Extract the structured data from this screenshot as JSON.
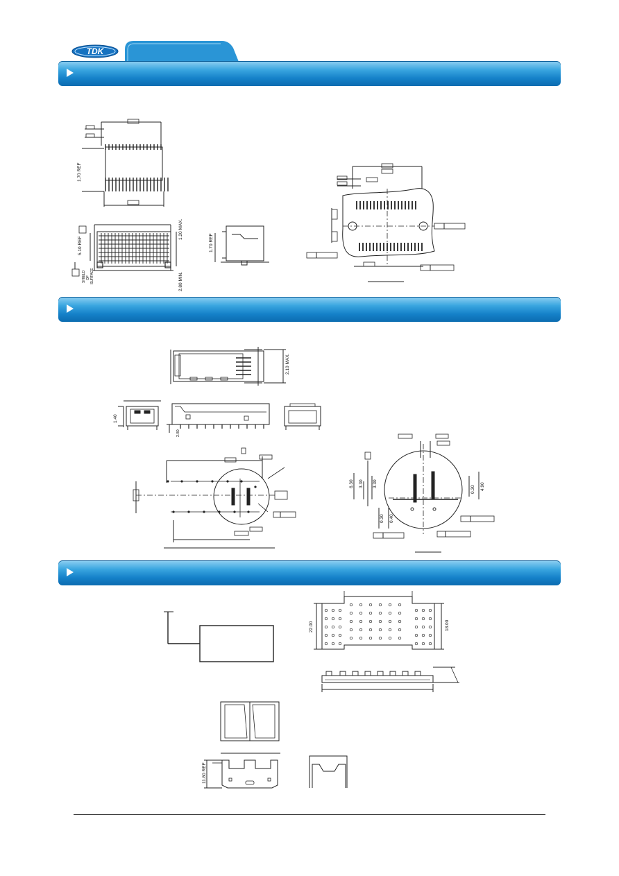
{
  "header": {
    "logo_text": "TDK",
    "tab_color": "#2a95d6",
    "bar_color": "#1480c8"
  },
  "sections": [
    {
      "id": "section-1"
    },
    {
      "id": "section-2"
    },
    {
      "id": "section-3"
    }
  ],
  "dims": {
    "s1_height_ref": "1.70 REF",
    "s1_board_ref": "5.10 REF",
    "s1_max_height": "1.20 MAX.",
    "s1_min": "2.80 MIN.",
    "s1_side_ref": "1.70 REF",
    "s1_shield_note_1": "SHIELD",
    "s1_shield_note_2": "OF",
    "s1_shield_note_3": "SURFACE",
    "s2_max": "2.10 MAX.",
    "s2_height": "1.40",
    "s2_small": "2.80",
    "s2_v1": "6.30",
    "s2_v2": "3.30",
    "s2_v3": "3.30",
    "s2_v4": "0.30",
    "s2_v5": "4.90",
    "s2_v6": "0.30",
    "s2_v7": "0.40",
    "s3_width": "22.00",
    "s3_height": "18.00",
    "s3_ref": "11.80 REF"
  }
}
